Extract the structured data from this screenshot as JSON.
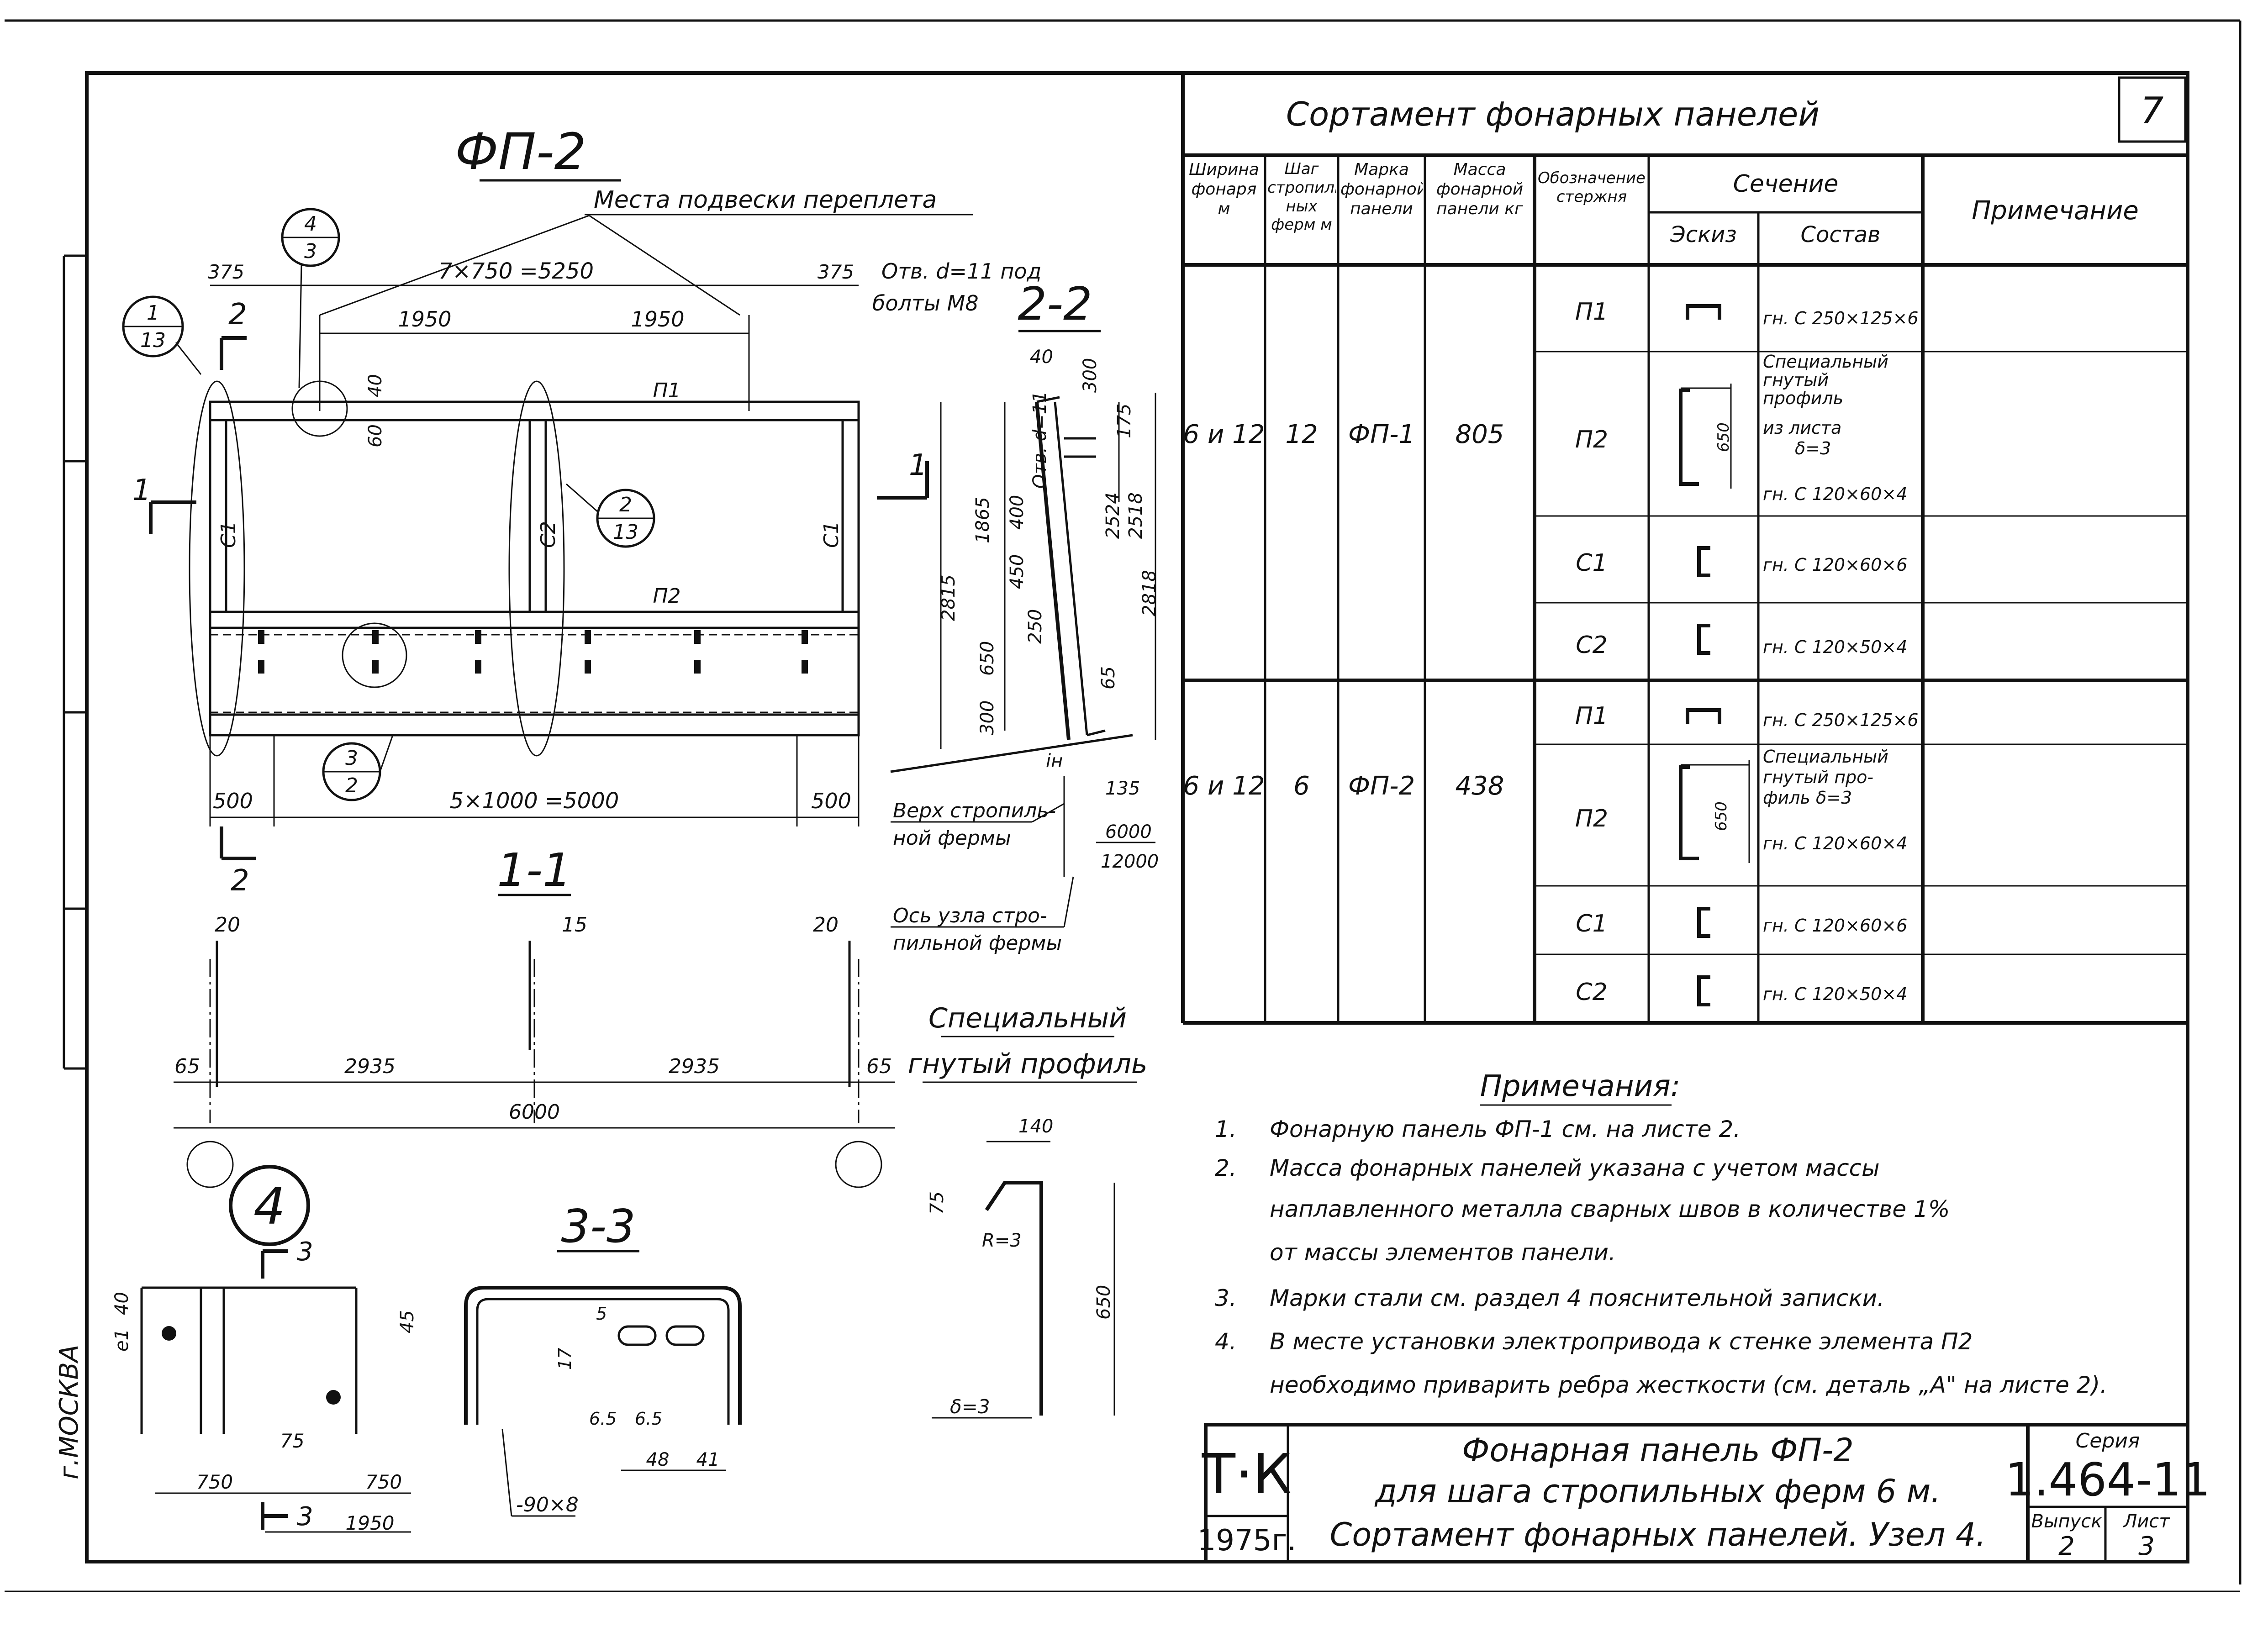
{
  "sheet_number": "7",
  "side_stamp": "г.МОСКВА",
  "main_view": {
    "title": "ФП-2",
    "hanging_note": "Места подвески переплета",
    "holes_note_1": "Отв. d=11 под",
    "holes_note_2": "болты М8",
    "dims": {
      "left_offset": "375",
      "top_span": "7×750 =5250",
      "right_offset": "375",
      "span_a": "1950",
      "span_b": "1950",
      "d40": "40",
      "d60": "60",
      "bottom_left": "500",
      "bottom_span": "5×1000 =5000",
      "bottom_right": "500"
    },
    "members": {
      "p1": "П1",
      "p2": "П2",
      "c1_left": "С1",
      "c2": "С2",
      "c1_right": "С1"
    },
    "callouts": [
      {
        "num": "1",
        "sheet": "13"
      },
      {
        "num": "4",
        "sheet": "3"
      },
      {
        "num": "2",
        "sheet": "13"
      },
      {
        "num": "3",
        "sheet": "2"
      }
    ],
    "section_mark_1": "1",
    "section_mark_2": "2"
  },
  "section_22": {
    "title": "2-2",
    "dims": [
      "40",
      "300",
      "175",
      "2524",
      "2518",
      "1865",
      "400",
      "Отв. d=11",
      "2815",
      "450",
      "250",
      "2818",
      "650",
      "65",
      "300",
      "iн",
      "135",
      "6000",
      "12000"
    ],
    "note_top_1": "Верх стропиль-",
    "note_top_2": "ной фермы",
    "note_axis_1": "Ось узла стро-",
    "note_axis_2": "пильной фермы"
  },
  "section_11": {
    "title": "1-1",
    "dims": {
      "a": "20",
      "b": "15",
      "c": "20",
      "left": "65",
      "span_a": "2935",
      "span_b": "2935",
      "right": "65",
      "total": "6000"
    }
  },
  "special_profile": {
    "title_1": "Специальный",
    "title_2": "гнутый профиль",
    "dims": {
      "w": "140",
      "h1": "75",
      "r": "R=3",
      "h": "650",
      "t": "δ=3"
    }
  },
  "node4": {
    "label": "4",
    "dims": {
      "e": "e1",
      "d40": "40",
      "d75": "75",
      "d750a": "750",
      "d750b": "750",
      "d1950": "1950"
    },
    "cut": "3"
  },
  "section_33": {
    "title": "3-3",
    "dims": {
      "d45": "45",
      "d5": "5",
      "d17": "17",
      "d65a": "6.5",
      "d65b": "6.5",
      "d48": "48",
      "d41": "41"
    },
    "plate": "-90×8"
  },
  "table": {
    "title": "Сортамент фонарных панелей",
    "headers": {
      "width": "Ширина фонаря м",
      "step": "Шаг стропиль ных ферм м",
      "mark": "Марка фонарной панели",
      "mass": "Масса фонарной панели кг",
      "rod": "Обозначение стержня",
      "section": "Сечение",
      "sketch": "Эскиз",
      "composition": "Состав",
      "note": "Примечание"
    },
    "groups": [
      {
        "width": "6 и 12",
        "step": "12",
        "mark": "ФП-1",
        "mass": "805",
        "rows": [
          {
            "rod": "П1",
            "sketch": "channel-down",
            "comp": [
              "гн. С 250×125×6"
            ]
          },
          {
            "rod": "П2",
            "sketch": "z-profile",
            "sketch_dim": "650",
            "comp": [
              "Специальный",
              "гнутый",
              "профиль",
              "из листа",
              "δ=3",
              "гн. С 120×60×4"
            ]
          },
          {
            "rod": "С1",
            "sketch": "channel",
            "comp": [
              "гн. С 120×60×6"
            ]
          },
          {
            "rod": "С2",
            "sketch": "channel",
            "comp": [
              "гн. С 120×50×4"
            ]
          }
        ]
      },
      {
        "width": "6 и 12",
        "step": "6",
        "mark": "ФП-2",
        "mass": "438",
        "rows": [
          {
            "rod": "П1",
            "sketch": "channel-down",
            "comp": [
              "гн. С 250×125×6"
            ]
          },
          {
            "rod": "П2",
            "sketch": "z-profile",
            "sketch_dim": "650",
            "comp": [
              "Специальный",
              "гнутый про-",
              "филь δ=3",
              "гн. С 120×60×4"
            ]
          },
          {
            "rod": "С1",
            "sketch": "channel",
            "comp": [
              "гн. С 120×60×6"
            ]
          },
          {
            "rod": "С2",
            "sketch": "channel",
            "comp": [
              "гн. С 120×50×4"
            ]
          }
        ]
      }
    ]
  },
  "notes": {
    "title": "Примечания:",
    "items": [
      {
        "n": "1.",
        "lines": [
          "Фонарную панель ФП-1 см. на листе 2."
        ]
      },
      {
        "n": "2.",
        "lines": [
          "Масса фонарных панелей указана с учетом массы",
          "наплавленного металла сварных швов в количестве 1%",
          "от массы элементов панели."
        ]
      },
      {
        "n": "3.",
        "lines": [
          "Марки стали см. раздел 4 пояснительной записки."
        ]
      },
      {
        "n": "4.",
        "lines": [
          "В месте установки электропривода к стенке элемента П2",
          "необходимо приварить ребра жесткости (см. деталь „А\" на листе 2)."
        ]
      }
    ]
  },
  "title_block": {
    "org": "Т·К",
    "year": "1975г.",
    "line1": "Фонарная панель ФП-2",
    "line2": "для шага стропильных ферм 6 м.",
    "line3": "Сортамент фонарных панелей. Узел 4.",
    "series_label": "Серия",
    "series": "1.464-11",
    "issue_label": "Выпуск",
    "issue": "2",
    "sheet_label": "Лист",
    "sheet": "3"
  }
}
